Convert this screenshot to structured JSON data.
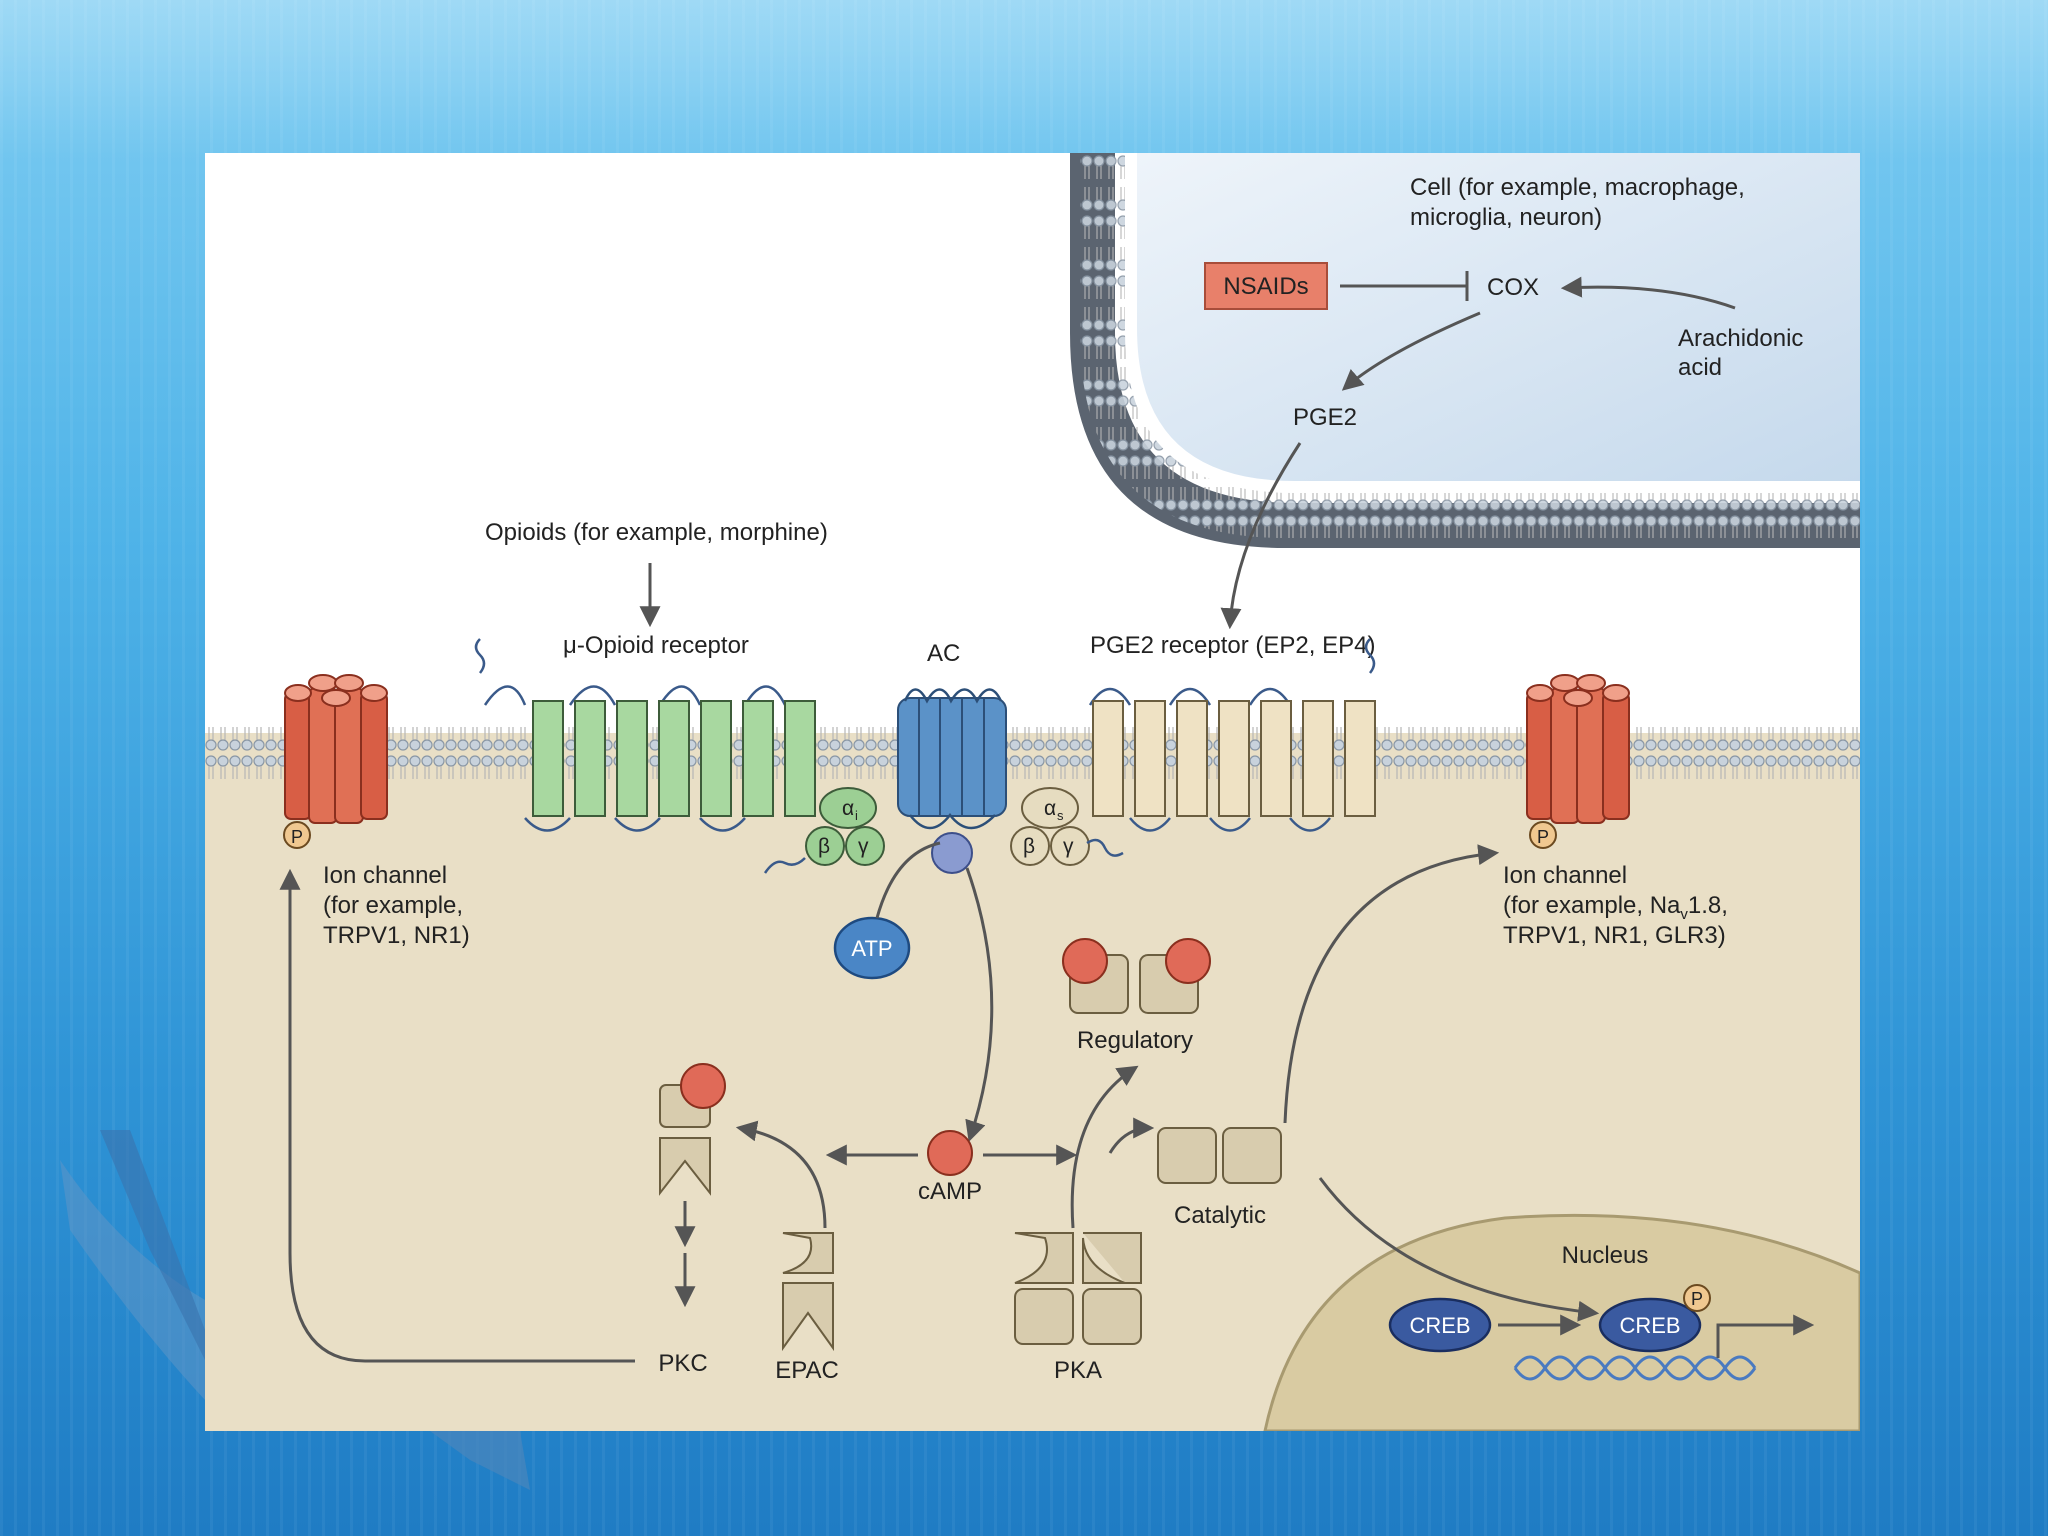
{
  "labels": {
    "cell": [
      "Cell (for example, macrophage,",
      "microglia, neuron)"
    ],
    "nsaids": "NSAIDs",
    "cox": "COX",
    "arachidonic": [
      "Arachidonic",
      "acid"
    ],
    "pge2": "PGE2",
    "opioids": "Opioids (for example, morphine)",
    "mu_receptor": "μ-Opioid receptor",
    "ac": "AC",
    "pge2_receptor": "PGE2 receptor (EP2, EP4)",
    "ion_channel_left": [
      "Ion channel",
      "(for example,",
      "TRPV1, NR1)"
    ],
    "ion_channel_right": [
      "Ion channel",
      "(for example, Na",
      "1.8,",
      "TRPV1, NR1, GLR3)"
    ],
    "ion_channel_right_sub": "v",
    "alpha_i": "α",
    "alpha_i_sub": "i",
    "alpha_s": "α",
    "alpha_s_sub": "s",
    "beta": "β",
    "gamma": "γ",
    "atp": "ATP",
    "camp": "cAMP",
    "regulatory": "Regulatory",
    "catalytic": "Catalytic",
    "nucleus": "Nucleus",
    "creb": "CREB",
    "creb_p": "CREB",
    "phospho": "P",
    "pkc": "PKC",
    "epac": "EPAC",
    "pka": "PKA"
  },
  "colors": {
    "nsaids_box": "#e8806a",
    "ion_channel": "#e07055",
    "mu_receptor": "#a8d8a0",
    "pge2_receptor": "#efe2c4",
    "adenylyl_cyclase": "#5b92c8",
    "camp": "#e06a58",
    "creb": "#3a5aa0",
    "cytoplasm": "#e9dfc6",
    "cell_interior": "#d6e6f4"
  }
}
